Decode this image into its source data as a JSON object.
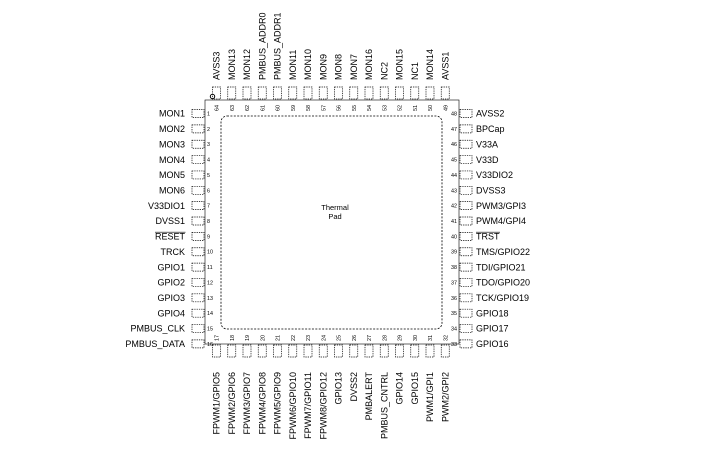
{
  "package": {
    "pad_label": [
      "Thermal",
      "Pad"
    ],
    "pins_left": [
      {
        "num": "1",
        "name": "MON1"
      },
      {
        "num": "2",
        "name": "MON2"
      },
      {
        "num": "3",
        "name": "MON3"
      },
      {
        "num": "4",
        "name": "MON4"
      },
      {
        "num": "5",
        "name": "MON5"
      },
      {
        "num": "6",
        "name": "MON6"
      },
      {
        "num": "7",
        "name": "V33DIO1"
      },
      {
        "num": "8",
        "name": "DVSS1"
      },
      {
        "num": "9",
        "name": "RESET",
        "overline": true
      },
      {
        "num": "10",
        "name": "TRCK"
      },
      {
        "num": "11",
        "name": "GPIO1"
      },
      {
        "num": "12",
        "name": "GPIO2"
      },
      {
        "num": "13",
        "name": "GPIO3"
      },
      {
        "num": "14",
        "name": "GPIO4"
      },
      {
        "num": "15",
        "name": "PMBUS_CLK"
      },
      {
        "num": "16",
        "name": "PMBUS_DATA"
      }
    ],
    "pins_bottom": [
      {
        "num": "17",
        "name": "FPWM1/GPIO5"
      },
      {
        "num": "18",
        "name": "FPWM2/GPIO6"
      },
      {
        "num": "19",
        "name": "FPWM3/GPIO7"
      },
      {
        "num": "20",
        "name": "FPWM4/GPIO8"
      },
      {
        "num": "21",
        "name": "FPWM5/GPIO9"
      },
      {
        "num": "22",
        "name": "FPWM6/GPIO10"
      },
      {
        "num": "23",
        "name": "FPWM7/GPIO11"
      },
      {
        "num": "24",
        "name": "FPWM8/GPIO12"
      },
      {
        "num": "25",
        "name": "GPIO13"
      },
      {
        "num": "26",
        "name": "DVSS2"
      },
      {
        "num": "27",
        "name": "PMBALERT"
      },
      {
        "num": "28",
        "name": "PMBUS_CNTRL"
      },
      {
        "num": "29",
        "name": "GPIO14"
      },
      {
        "num": "30",
        "name": "GPIO15"
      },
      {
        "num": "31",
        "name": "PWM1/GPI1"
      },
      {
        "num": "32",
        "name": "PWM2/GPI2"
      }
    ],
    "pins_right": [
      {
        "num": "33",
        "name": "GPIO16"
      },
      {
        "num": "34",
        "name": "GPIO17"
      },
      {
        "num": "35",
        "name": "GPIO18"
      },
      {
        "num": "36",
        "name": "TCK/GPIO19"
      },
      {
        "num": "37",
        "name": "TDO/GPIO20"
      },
      {
        "num": "38",
        "name": "TDI/GPIO21"
      },
      {
        "num": "39",
        "name": "TMS/GPIO22"
      },
      {
        "num": "40",
        "name": "TRST",
        "overline": true
      },
      {
        "num": "41",
        "name": "PWM4/GPI4"
      },
      {
        "num": "42",
        "name": "PWM3/GPI3"
      },
      {
        "num": "43",
        "name": "DVSS3"
      },
      {
        "num": "44",
        "name": "V33DIO2"
      },
      {
        "num": "45",
        "name": "V33D"
      },
      {
        "num": "46",
        "name": "V33A"
      },
      {
        "num": "47",
        "name": "BPCap"
      },
      {
        "num": "48",
        "name": "AVSS2"
      }
    ],
    "pins_top": [
      {
        "num": "49",
        "name": "AVSS1"
      },
      {
        "num": "50",
        "name": "MON14"
      },
      {
        "num": "51",
        "name": "NC1"
      },
      {
        "num": "52",
        "name": "MON15"
      },
      {
        "num": "53",
        "name": "NC2"
      },
      {
        "num": "54",
        "name": "MON16"
      },
      {
        "num": "55",
        "name": "MON7"
      },
      {
        "num": "56",
        "name": "MON8"
      },
      {
        "num": "57",
        "name": "MON9"
      },
      {
        "num": "58",
        "name": "MON10"
      },
      {
        "num": "59",
        "name": "MON11"
      },
      {
        "num": "60",
        "name": "PMBUS_ADDR1"
      },
      {
        "num": "61",
        "name": "PMBUS_ADDR0"
      },
      {
        "num": "62",
        "name": "MON12"
      },
      {
        "num": "63",
        "name": "MON13"
      },
      {
        "num": "64",
        "name": "AVSS3"
      }
    ]
  }
}
